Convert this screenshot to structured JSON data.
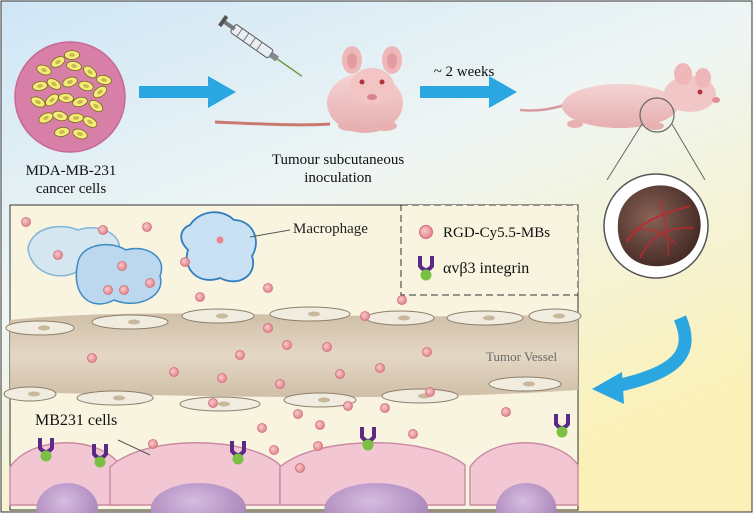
{
  "labels": {
    "cells_line1": "MDA-MB-231",
    "cells_line2": "cancer cells",
    "inoculation_line1": "Tumour subcutaneous",
    "inoculation_line2": "inoculation",
    "weeks": "~ 2 weeks",
    "macrophage": "Macrophage",
    "tumor_vessel": "Tumor Vessel",
    "mb231_cells": "MB231 cells"
  },
  "legend": {
    "microbubble": "RGD-Cy5.5-MBs",
    "integrin": "αvβ3 integrin"
  },
  "colors": {
    "arrow_blue": "#2aa7e0",
    "microbubble_pink": "#e8868f",
    "integrin_purple": "#5b2a86",
    "integrin_green": "#7ac143",
    "cell_pink": "#f2c6d3",
    "nucleus_purple": "#b48ec4"
  }
}
